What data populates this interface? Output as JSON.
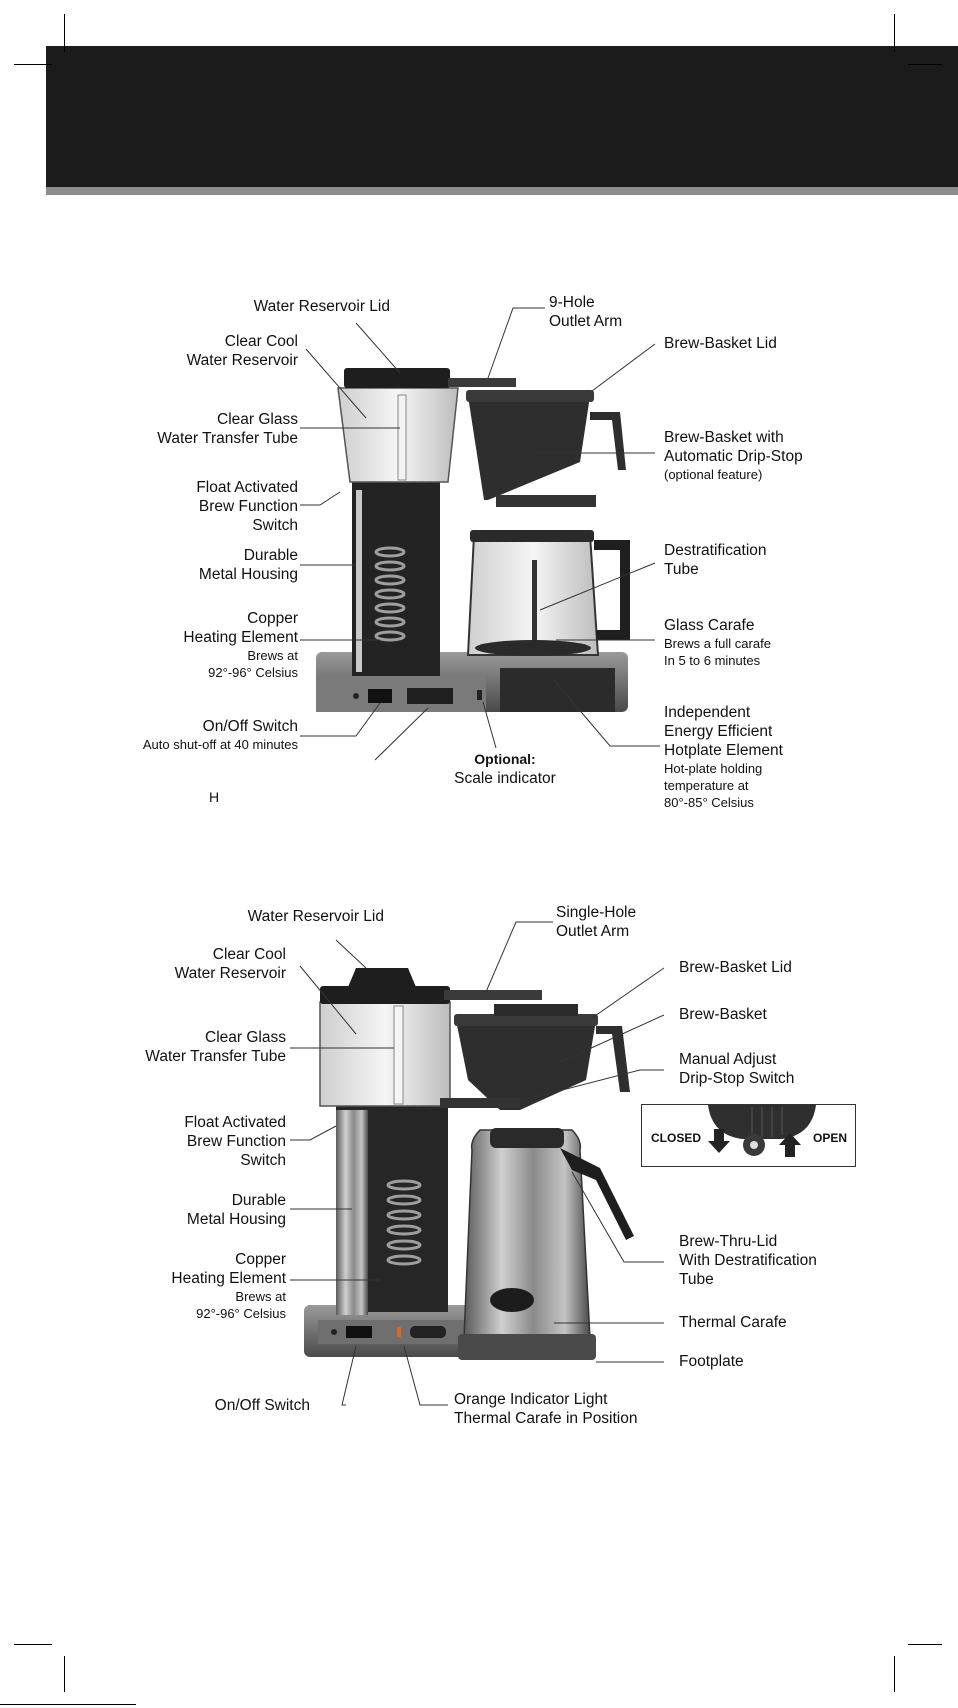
{
  "machine1": {
    "labels": {
      "water_reservoir_lid": [
        "Water Reservoir Lid"
      ],
      "outlet_arm": [
        "9-Hole",
        "Outlet Arm"
      ],
      "brew_basket_lid": [
        "Brew-Basket Lid"
      ],
      "clear_cool_reservoir": [
        "Clear Cool",
        "Water Reservoir"
      ],
      "glass_tube": [
        "Clear Glass",
        "Water Transfer Tube"
      ],
      "brew_basket": [
        "Brew-Basket with",
        "Automatic Drip-Stop"
      ],
      "brew_basket_note": "(optional feature)",
      "float_switch": [
        "Float Activated",
        "Brew Function",
        "Switch"
      ],
      "destrat_tube": [
        "Destratification",
        "Tube"
      ],
      "metal_housing": [
        "Durable",
        "Metal Housing"
      ],
      "glass_carafe": "Glass Carafe",
      "glass_carafe_note": [
        "Brews a full carafe",
        "In 5 to 6 minutes"
      ],
      "heating_element": [
        "Copper",
        "Heating Element"
      ],
      "heating_note": [
        "Brews at",
        "92°-96° Celsius"
      ],
      "hotplate": [
        "Independent",
        "Energy Efficient",
        "Hotplate Element"
      ],
      "hotplate_note": [
        "Hot-plate holding",
        "temperature at",
        "80°-85° Celsius"
      ],
      "on_off": "On/Off Switch",
      "on_off_note": "Auto shut-off at 40 minutes",
      "optional": "Optional:",
      "scale_indicator": "Scale indicator",
      "stray_mark": "H"
    }
  },
  "machine2": {
    "labels": {
      "water_reservoir_lid": "Water Reservoir Lid",
      "outlet_arm": [
        "Single-Hole",
        "Outlet Arm"
      ],
      "brew_basket_lid": "Brew-Basket Lid",
      "clear_cool_reservoir": [
        "Clear Cool",
        "Water Reservoir"
      ],
      "brew_basket": "Brew-Basket",
      "glass_tube": [
        "Clear Glass",
        "Water Transfer Tube"
      ],
      "drip_stop": [
        "Manual Adjust",
        "Drip-Stop Switch"
      ],
      "float_switch": [
        "Float Activated",
        "Brew Function",
        "Switch"
      ],
      "metal_housing": [
        "Durable",
        "Metal Housing"
      ],
      "brew_thru_lid": [
        "Brew-Thru-Lid",
        "With Destratification",
        "Tube"
      ],
      "heating_element": [
        "Copper",
        "Heating Element"
      ],
      "heating_note": [
        "Brews at",
        "92°-96° Celsius"
      ],
      "thermal_carafe": "Thermal Carafe",
      "footplate": "Footplate",
      "on_off": "On/Off Switch",
      "indicator_light": [
        "Orange Indicator Light",
        "Thermal Carafe in Position"
      ]
    },
    "inset": {
      "closed": "CLOSED",
      "open": "OPEN"
    }
  },
  "colors": {
    "header": "#1b1b1b",
    "stripe": "#8d8d8d",
    "machine_dark": "#2a2a2a",
    "machine_mid": "#6b6b6b",
    "glass": "#e9e9e9",
    "steel": "#a7a7a7"
  }
}
